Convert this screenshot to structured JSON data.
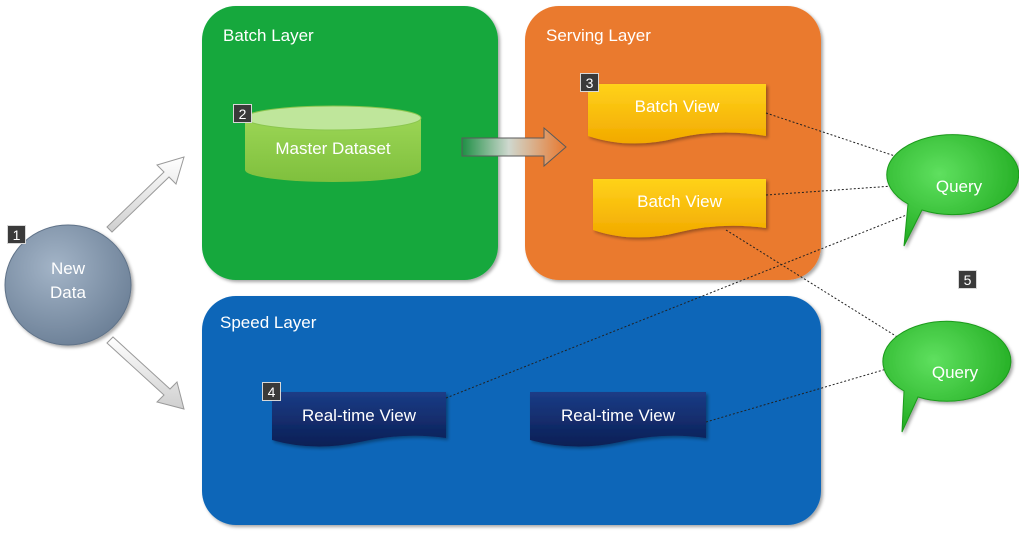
{
  "layers": {
    "batch": {
      "title": "Batch Layer",
      "color": "#12a83e"
    },
    "serving": {
      "title": "Serving Layer",
      "color": "#ea7a2e"
    },
    "speed": {
      "title": "Speed Layer",
      "color": "#0d66b8"
    }
  },
  "nodes": {
    "new_data": {
      "line1": "New",
      "line2": "Data"
    },
    "master_dataset": "Master Dataset",
    "batch_view_1": "Batch View",
    "batch_view_2": "Batch View",
    "realtime_view_1": "Real-time View",
    "realtime_view_2": "Real-time View",
    "query_1": "Query",
    "query_2": "Query"
  },
  "badges": {
    "new_data": "1",
    "master_dataset": "2",
    "batch_view": "3",
    "realtime_view": "4",
    "query": "5"
  },
  "colors": {
    "doc_yellow": "#f7b800",
    "doc_navy": "#0f2a6b",
    "query_green": "#2fc02f",
    "cylinder_green": "#8fcd4a",
    "new_data_gray": "#7f93aa"
  }
}
